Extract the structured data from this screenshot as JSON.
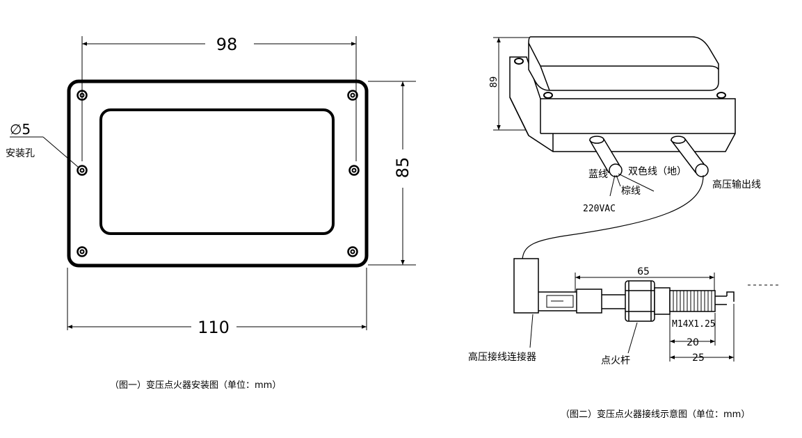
{
  "fig1": {
    "dim_width_inner": "98",
    "dim_width_outer": "110",
    "dim_height": "85",
    "hole_dia": "∅5",
    "hole_label": "安装孔",
    "caption": "（图一）变压点火器安装图（单位：mm）"
  },
  "fig2": {
    "dim_height": "89",
    "label_blue": "蓝线",
    "label_dual": "双色线（地）",
    "label_brown": "棕线",
    "label_voltage": "220VAC",
    "label_hv_out": "高压输出线",
    "label_connector": "高压接线连接器",
    "label_rod": "点火杆",
    "dim_rod": "65",
    "thread": "M14X1.25",
    "dim_20": "20",
    "dim_25": "25",
    "caption": "（图二）变压点火器接线示意图（单位：mm）"
  }
}
